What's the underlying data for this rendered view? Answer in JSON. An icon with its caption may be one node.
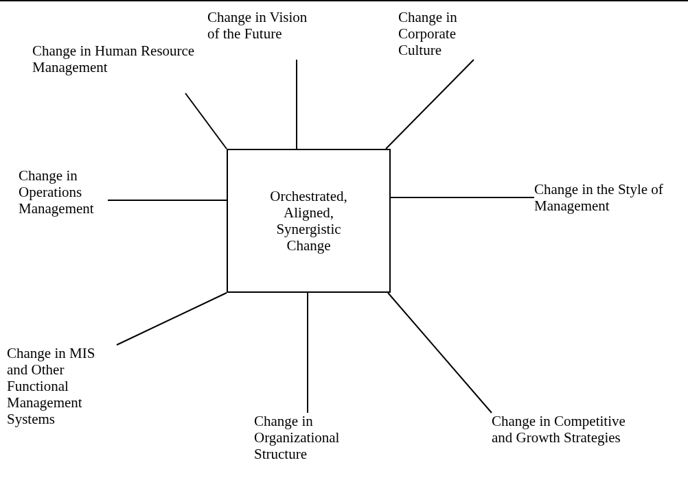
{
  "diagram": {
    "nodes": [
      {
        "text": [
          "Orchestrated, Aligned, Synergistic Change"
        ]
      },
      {
        "text": [
          "Change in Human Resource Management"
        ]
      },
      {
        "text": [
          "Change in Vision of the Future"
        ]
      },
      {
        "text": [
          "Change in Corporate Culture"
        ]
      },
      {
        "text": [
          "Change in the Style of Management"
        ]
      },
      {
        "text": [
          "Change in Operations Management"
        ]
      },
      {
        "text": [
          "Change in MIS and Other Functional Management Systems"
        ]
      },
      {
        "text": [
          "Change in Organizational Structure"
        ]
      },
      {
        "text": [
          "Change in Competitive and Growth Strategies"
        ]
      }
    ],
    "edges": [
      {
        "from": 0,
        "to": 1,
        "arrow": "none"
      },
      {
        "from": 0,
        "to": 2,
        "arrow": "none"
      },
      {
        "from": 0,
        "to": 3,
        "arrow": "none"
      },
      {
        "from": 0,
        "to": 4,
        "arrow": "none"
      },
      {
        "from": 0,
        "to": 5,
        "arrow": "none"
      },
      {
        "from": 0,
        "to": 6,
        "arrow": "none"
      },
      {
        "from": 0,
        "to": 7,
        "arrow": "none"
      },
      {
        "from": 0,
        "to": 8,
        "arrow": "none"
      }
    ]
  }
}
